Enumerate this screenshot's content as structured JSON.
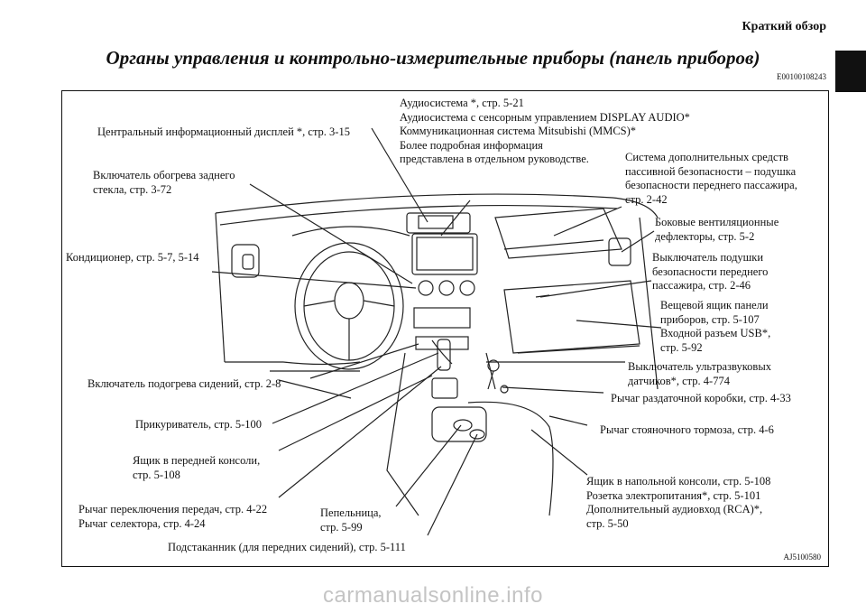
{
  "header": {
    "section": "Краткий обзор",
    "title": "Органы управления и контрольно-измерительные приборы (панель приборов)",
    "doc_code": "E00100108243"
  },
  "figure": {
    "code": "AJ5100580",
    "labels": {
      "center_display": "Центральный информационный дисплей *, стр. 3-15",
      "audio_l1": "Аудиосистема *, стр. 5-21",
      "audio_l2": "Аудиосистема с сенсорным управлением DISPLAY AUDIO*",
      "audio_l3": "Коммуникационная система Mitsubishi (MMCS)*",
      "audio_l4": "Более подробная информация",
      "audio_l5": "представлена в отдельном руководстве.",
      "rear_defog_l1": "Включатель обогрева заднего",
      "rear_defog_l2": "стекла, стр. 3-72",
      "srs_l1": "Система дополнительных средств",
      "srs_l2": "пассивной безопасности – подушка",
      "srs_l3": "безопасности переднего пассажира,",
      "srs_l4": "стр. 2-42",
      "side_vents_l1": "Боковые вентиляционные",
      "side_vents_l2": "дефлекторы, стр. 5-2",
      "ac": "Кондиционер, стр. 5-7, 5-14",
      "airbag_switch_l1": "Выключатель подушки",
      "airbag_switch_l2": "безопасности переднего",
      "airbag_switch_l3": "пассажира, стр. 2-46",
      "glovebox_l1": "Вещевой ящик панели",
      "glovebox_l2": "приборов, стр. 5-107",
      "glovebox_l3": "Входной разъем USB*,",
      "glovebox_l4": "стр. 5-92",
      "ultrasonic_l1": "Выключатель ультразвуковых",
      "ultrasonic_l2": "датчиков*, стр. 4-774",
      "seat_heater": "Включатель подогрева сидений, стр. 2-8",
      "transfer_lever": "Рычаг раздаточной коробки, стр. 4-33",
      "lighter": "Прикуриватель, стр. 5-100",
      "parking_brake": "Рычаг стояночного тормоза, стр. 4-6",
      "front_console_l1": "Ящик в передней консоли,",
      "front_console_l2": "стр. 5-108",
      "floor_console_l1": "Ящик в напольной консоли, стр. 5-108",
      "floor_console_l2": "Розетка электропитания*, стр. 5-101",
      "floor_console_l3": "Дополнительный аудиовход (RCA)*,",
      "floor_console_l4": "стр. 5-50",
      "gear_l1": "Рычаг переключения передач, стр. 4-22",
      "gear_l2": "Рычаг селектора, стр. 4-24",
      "ashtray_l1": "Пепельница,",
      "ashtray_l2": "стр. 5-99",
      "cupholder": "Подстаканник (для передних сидений), стр. 5-111"
    }
  },
  "watermark": "carmanualsonline.info"
}
